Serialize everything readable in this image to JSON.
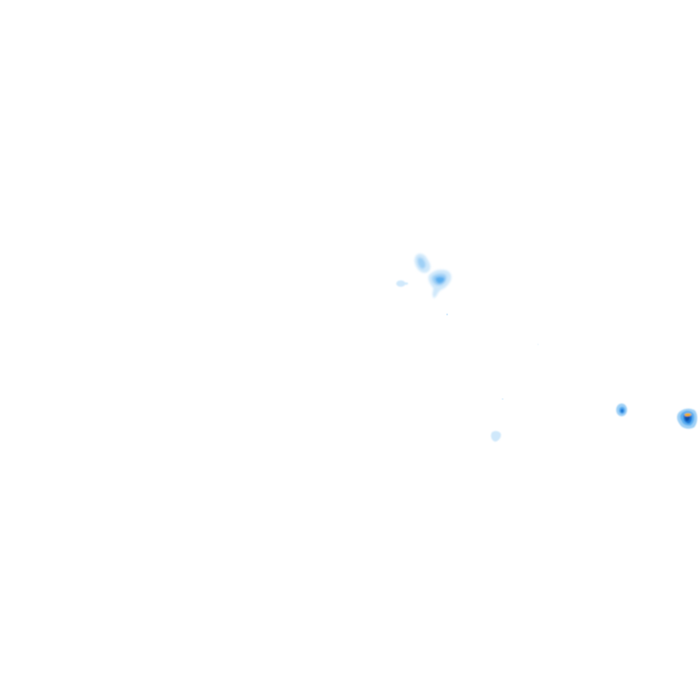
{
  "map": {
    "layer": "precipitation-radar",
    "background_color": "#ffffff",
    "intensity_colors": {
      "very_light": "#cfe8fb",
      "light": "#9fd0f6",
      "moderate": "#5aaef0",
      "heavy": "#1f78d6",
      "very_heavy": "#0b4fa8",
      "extreme": "#f2b01e"
    },
    "cells": [
      {
        "id": "cell-north-cluster-a",
        "intensity": "light"
      },
      {
        "id": "cell-north-cluster-b",
        "intensity": "moderate"
      },
      {
        "id": "cell-west-small",
        "intensity": "very_light"
      },
      {
        "id": "cell-south-small",
        "intensity": "very_light"
      },
      {
        "id": "cell-east-small",
        "intensity": "heavy"
      },
      {
        "id": "cell-east-edge",
        "intensity": "extreme"
      }
    ]
  }
}
